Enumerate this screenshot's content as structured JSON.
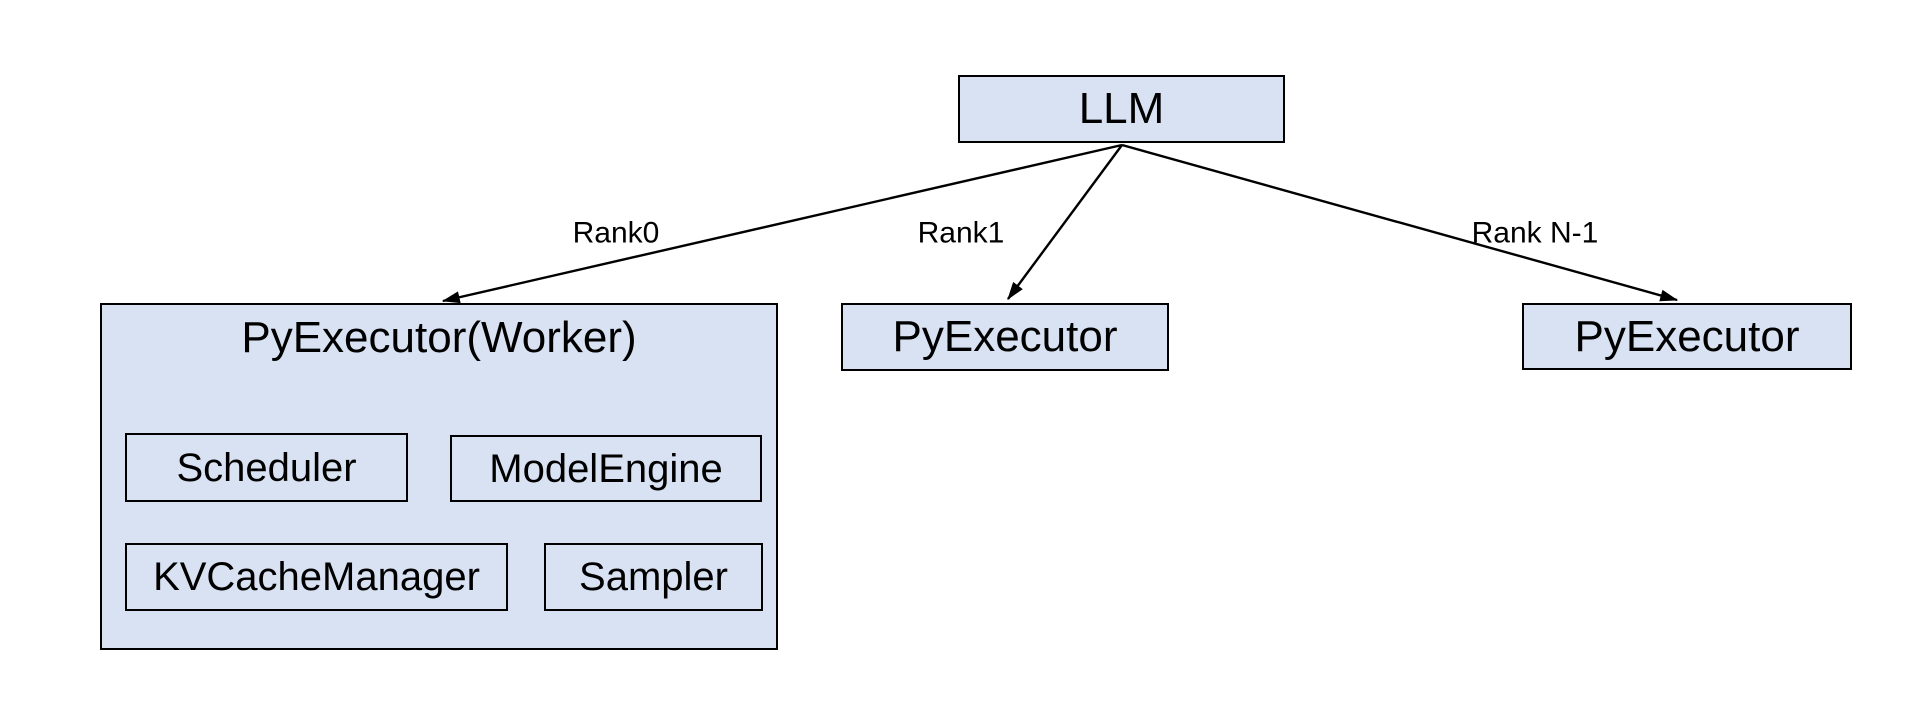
{
  "diagram": {
    "background_color": "#ffffff",
    "node_fill_color": "#d8e2f2",
    "node_border_color": "#000000",
    "edge_color": "#000000",
    "nodes": {
      "llm": {
        "label": "LLM"
      },
      "worker": {
        "title": "PyExecutor(Worker)",
        "children": [
          {
            "label": "Scheduler"
          },
          {
            "label": "ModelEngine"
          },
          {
            "label": "KVCacheManager"
          },
          {
            "label": "Sampler"
          }
        ]
      },
      "executor_rank1": {
        "label": "PyExecutor"
      },
      "executor_rankN": {
        "label": "PyExecutor"
      }
    },
    "edges": [
      {
        "from": "LLM",
        "to": "PyExecutor(Worker)",
        "label": "Rank0"
      },
      {
        "from": "LLM",
        "to": "PyExecutor",
        "label": "Rank1"
      },
      {
        "from": "LLM",
        "to": "PyExecutor",
        "label": "Rank N-1"
      }
    ]
  }
}
